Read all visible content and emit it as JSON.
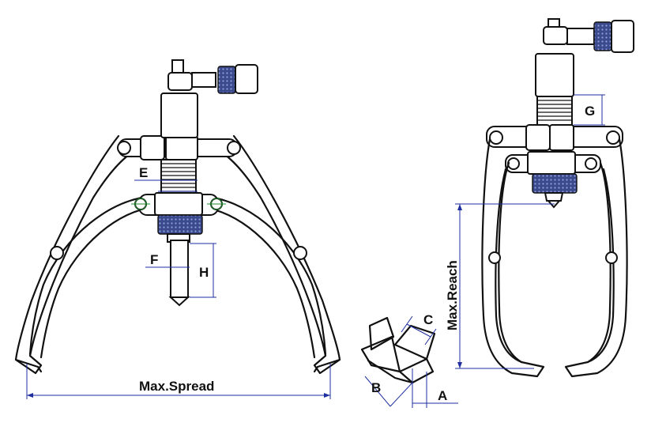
{
  "labels": {
    "max_spread": "Max.Spread",
    "max_reach": "Max.Reach",
    "a": "A",
    "b": "B",
    "c": "C",
    "e": "E",
    "f": "F",
    "g": "G",
    "h": "H"
  },
  "colors": {
    "outline": "#111111",
    "knurl_blue": "#3a4a8c",
    "dimension_line": "#1f2fa0",
    "pivot_guide": "#1a8a2a"
  }
}
